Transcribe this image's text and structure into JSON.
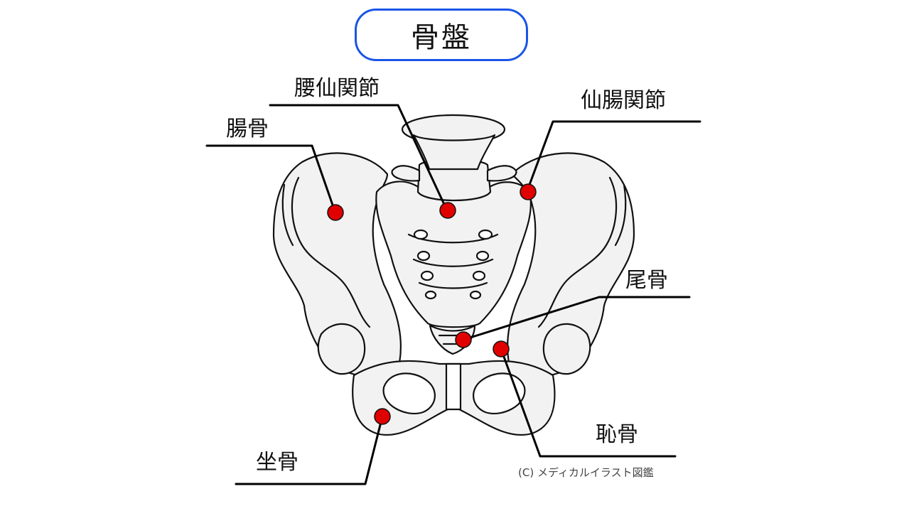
{
  "title": "骨盤",
  "labels": {
    "lumbosacral_joint": "腰仙関節",
    "sacroiliac_joint": "仙腸関節",
    "ilium": "腸骨",
    "coccyx": "尾骨",
    "pubis": "恥骨",
    "ischium": "坐骨"
  },
  "credit": "(C) メディカルイラスト図鑑",
  "colors": {
    "title_border": "#1a55e8",
    "marker": "#e00000",
    "bone_fill": "#f2f2f2",
    "outline": "#111111"
  }
}
